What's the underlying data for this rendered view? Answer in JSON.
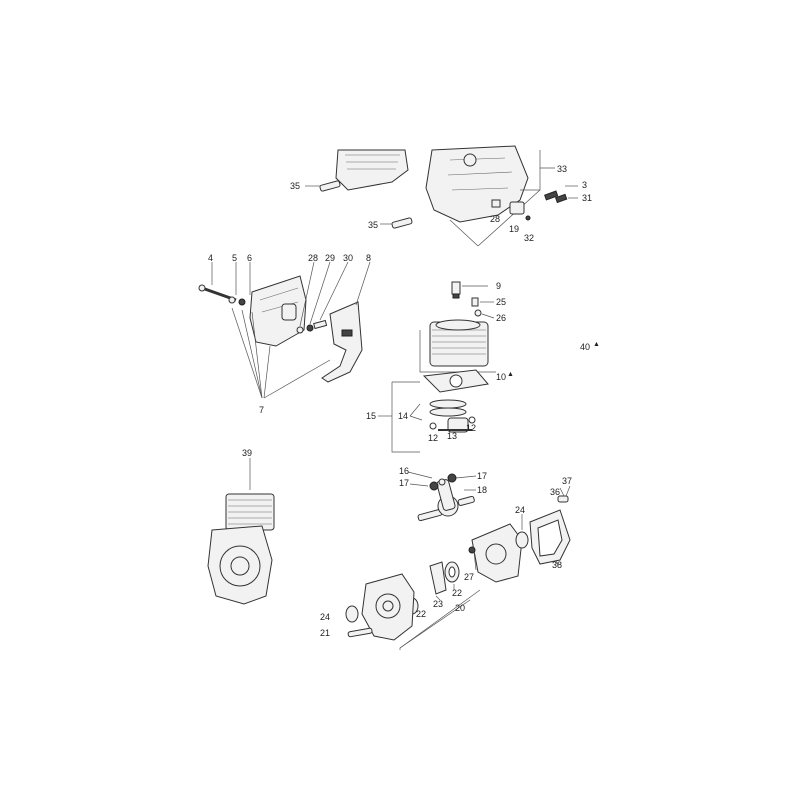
{
  "labels": {
    "l35a": "35",
    "l33": "33",
    "l3": "3",
    "l31": "31",
    "l28a": "28",
    "l19": "19",
    "l32": "32",
    "l35b": "35",
    "l4": "4",
    "l5": "5",
    "l6": "6",
    "l28b": "28",
    "l29": "29",
    "l30": "30",
    "l8": "8",
    "l9": "9",
    "l25": "25",
    "l26": "26",
    "l40": "40",
    "l10": "10",
    "l7": "7",
    "l15": "15",
    "l14": "14",
    "l12a": "12",
    "l13": "13",
    "l12b": "12",
    "l39": "39",
    "l16": "16",
    "l17a": "17",
    "l17b": "17",
    "l18": "18",
    "l37": "37",
    "l36": "36",
    "l24a": "24",
    "l38": "38",
    "l27": "27",
    "l22a": "22",
    "l23": "23",
    "l22b": "22",
    "l20": "20",
    "l24b": "24",
    "l21": "21"
  }
}
